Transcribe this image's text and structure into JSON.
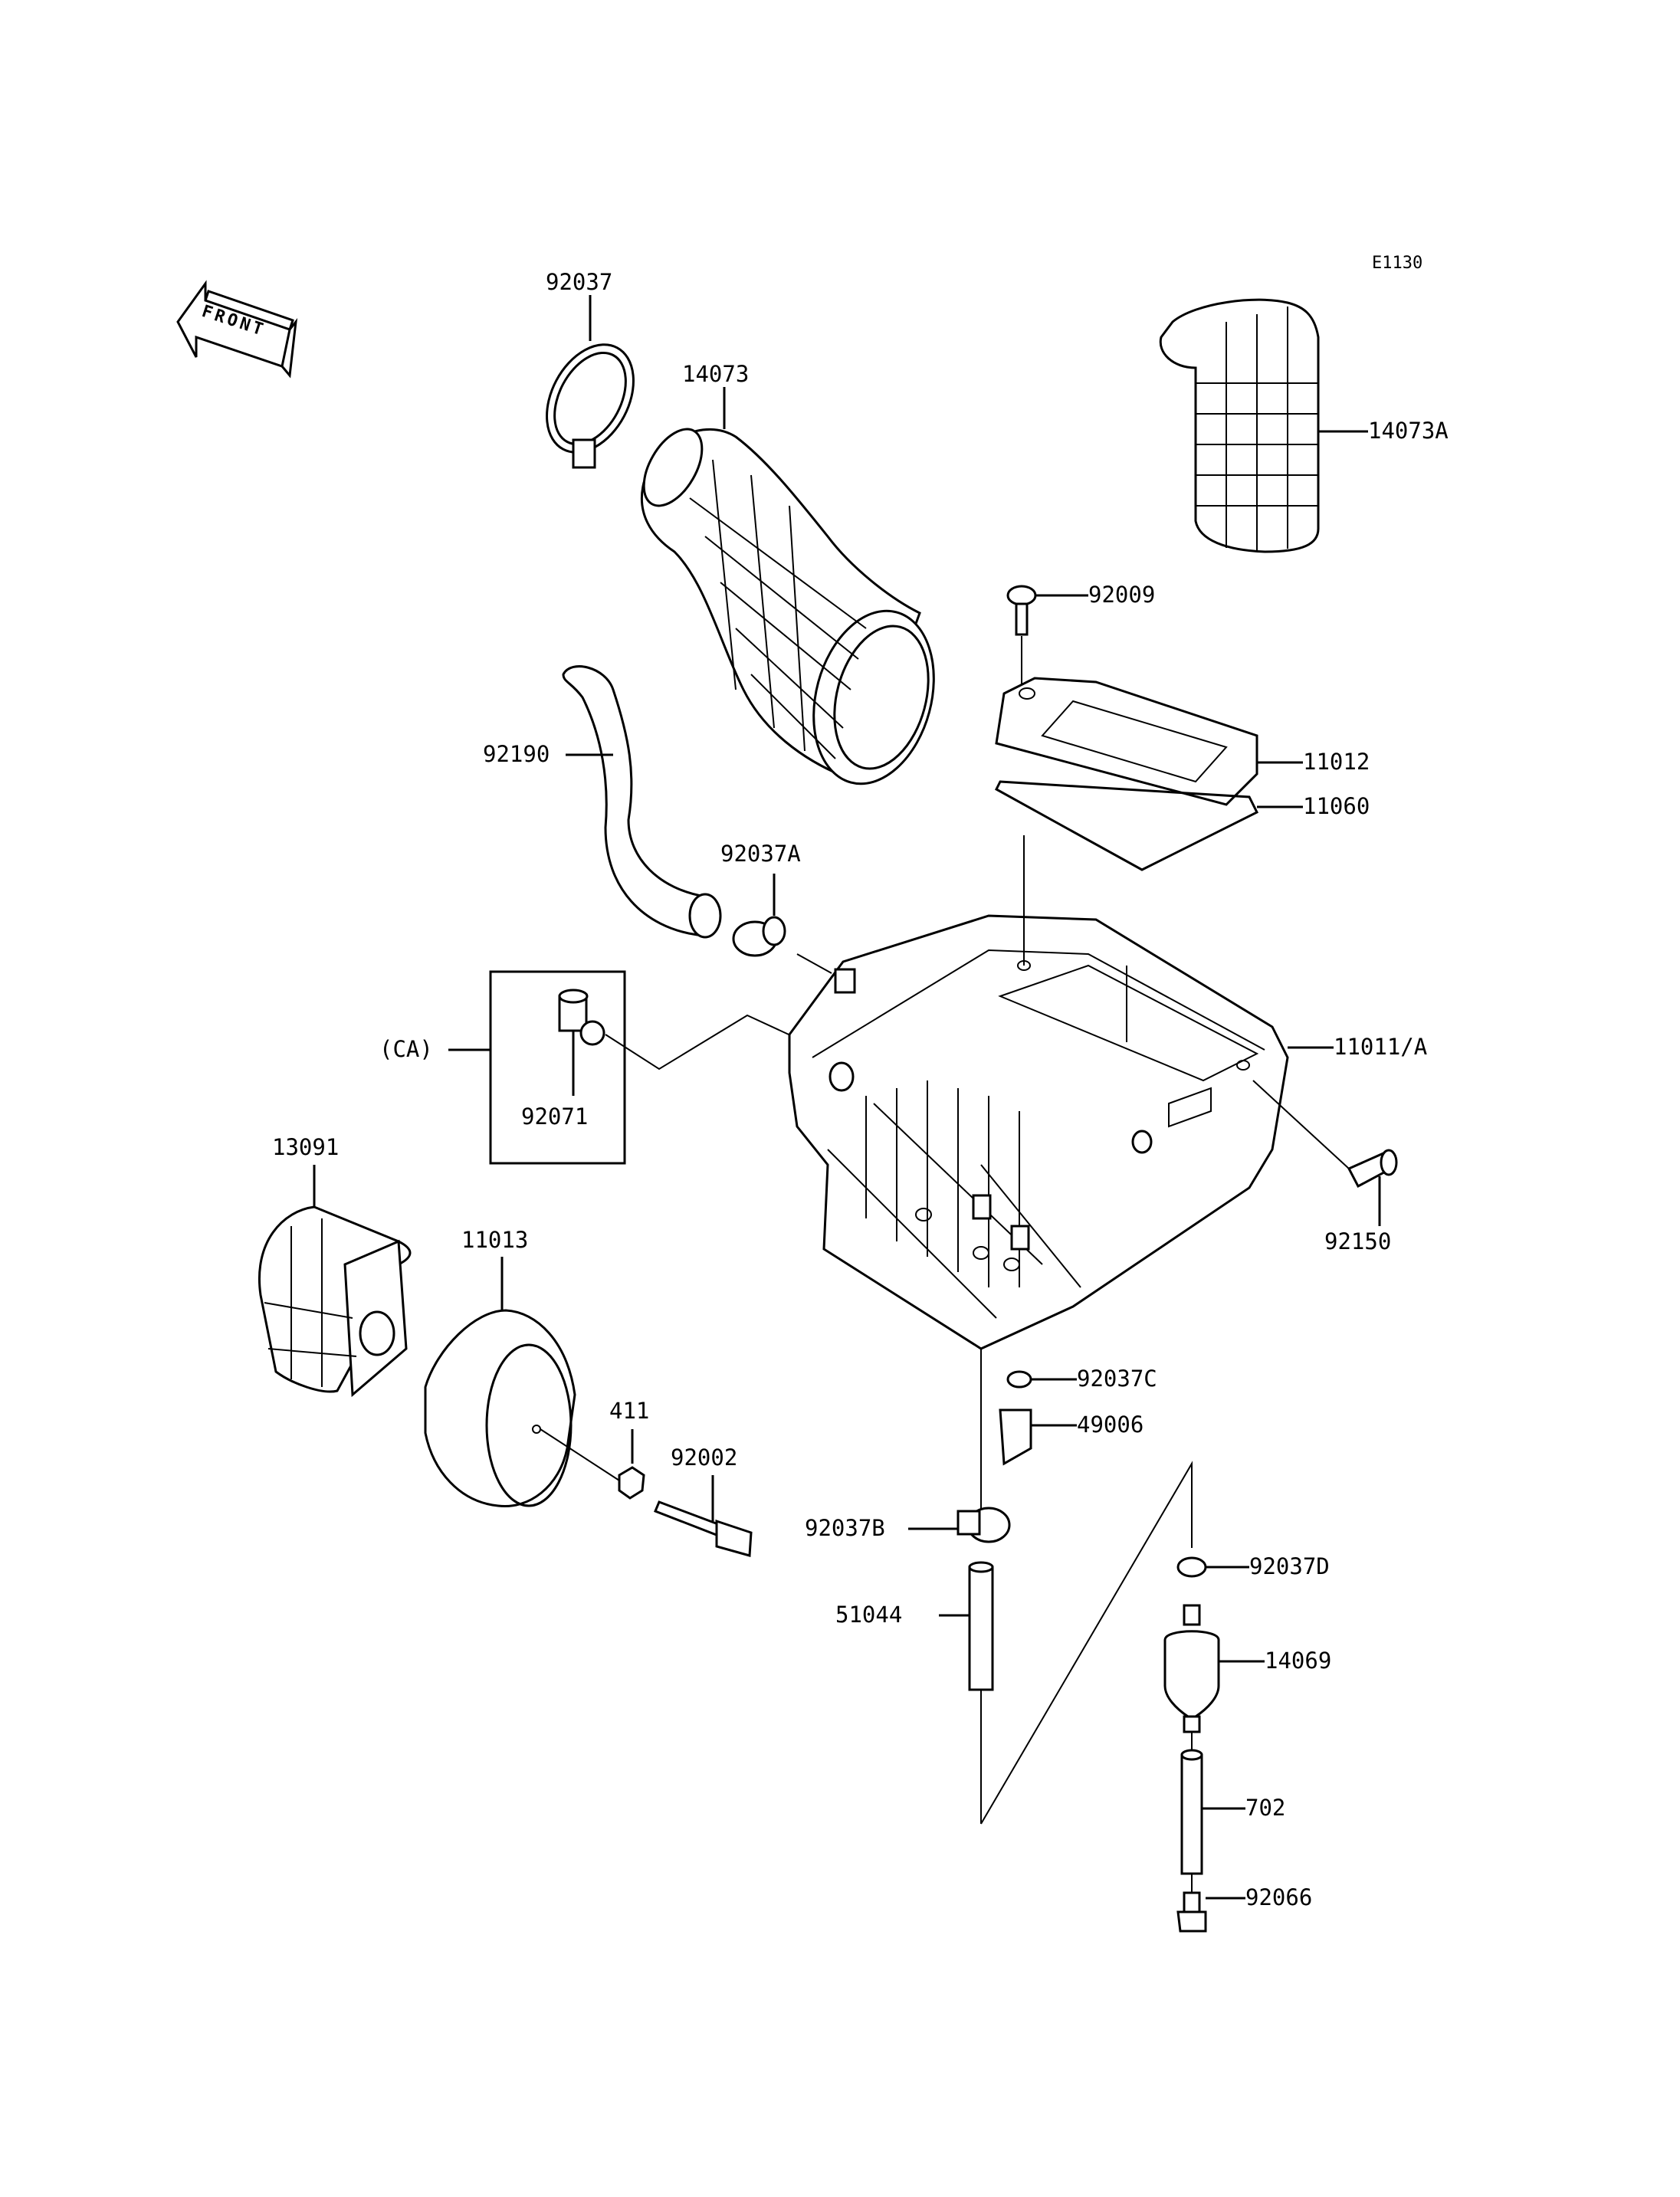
{
  "diagram_code": "E1130",
  "front_label": "FRONT",
  "callouts": {
    "p92037": "92037",
    "p14073": "14073",
    "p14073A": "14073A",
    "p92009": "92009",
    "p92190": "92190",
    "p11012": "11012",
    "p11060": "11060",
    "p92037A": "92037A",
    "pCA": "(CA)",
    "p92071": "92071",
    "p11011A": "11011/A",
    "p92150": "92150",
    "p13091": "13091",
    "p11013": "11013",
    "p411": "411",
    "p92002": "92002",
    "p92037C": "92037C",
    "p49006": "49006",
    "p92037B": "92037B",
    "p51044": "51044",
    "p92037D": "92037D",
    "p14069": "14069",
    "p702": "702",
    "p92066": "92066"
  }
}
